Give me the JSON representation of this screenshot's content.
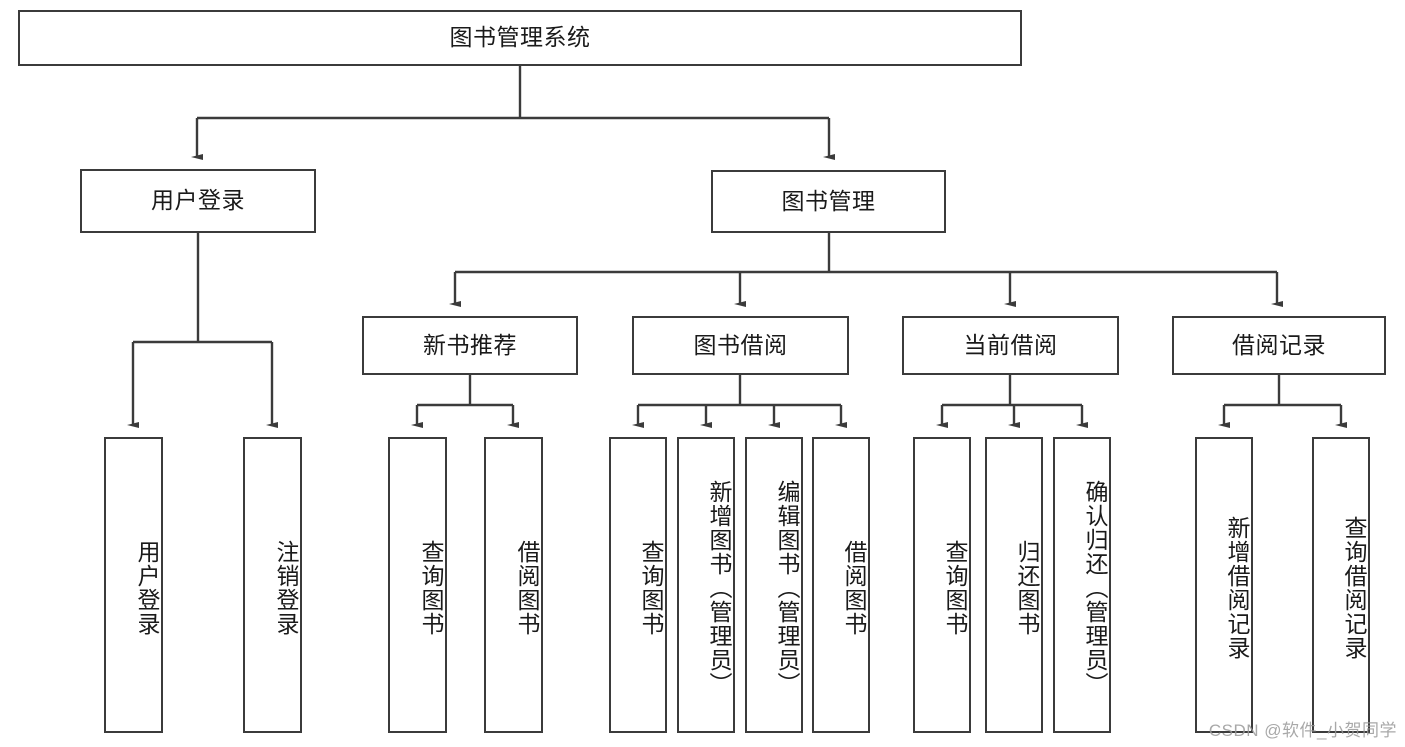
{
  "diagram": {
    "title": "图书管理系统",
    "type": "tree-hierarchy",
    "watermark": "CSDN @软件_小贺同学",
    "colors": {
      "background": "#ffffff",
      "box_border": "#3b3b3b",
      "box_fill": "#ffffff",
      "text": "#1a1a1a",
      "edge": "#3b3b3b",
      "watermark": "#9a9a9a"
    }
  },
  "nodes": {
    "root": {
      "label": "图书管理系统"
    },
    "level2": [
      {
        "label": "用户登录"
      },
      {
        "label": "图书管理"
      }
    ],
    "level3": [
      {
        "label": "新书推荐"
      },
      {
        "label": "图书借阅"
      },
      {
        "label": "当前借阅"
      },
      {
        "label": "借阅记录"
      }
    ],
    "leaves": {
      "user_login": [
        {
          "label": "用户登录"
        },
        {
          "label": "注销登录"
        }
      ],
      "new_book_recommend": [
        {
          "label": "查询图书"
        },
        {
          "label": "借阅图书"
        }
      ],
      "book_borrow": [
        {
          "label": "查询图书"
        },
        {
          "label": "新增图书（管理员）"
        },
        {
          "label": "编辑图书（管理员）"
        },
        {
          "label": "借阅图书"
        }
      ],
      "current_borrow": [
        {
          "label": "查询图书"
        },
        {
          "label": "归还图书"
        },
        {
          "label": "确认归还（管理员）"
        }
      ],
      "borrow_record": [
        {
          "label": "新增借阅记录"
        },
        {
          "label": "查询借阅记录"
        }
      ]
    }
  }
}
